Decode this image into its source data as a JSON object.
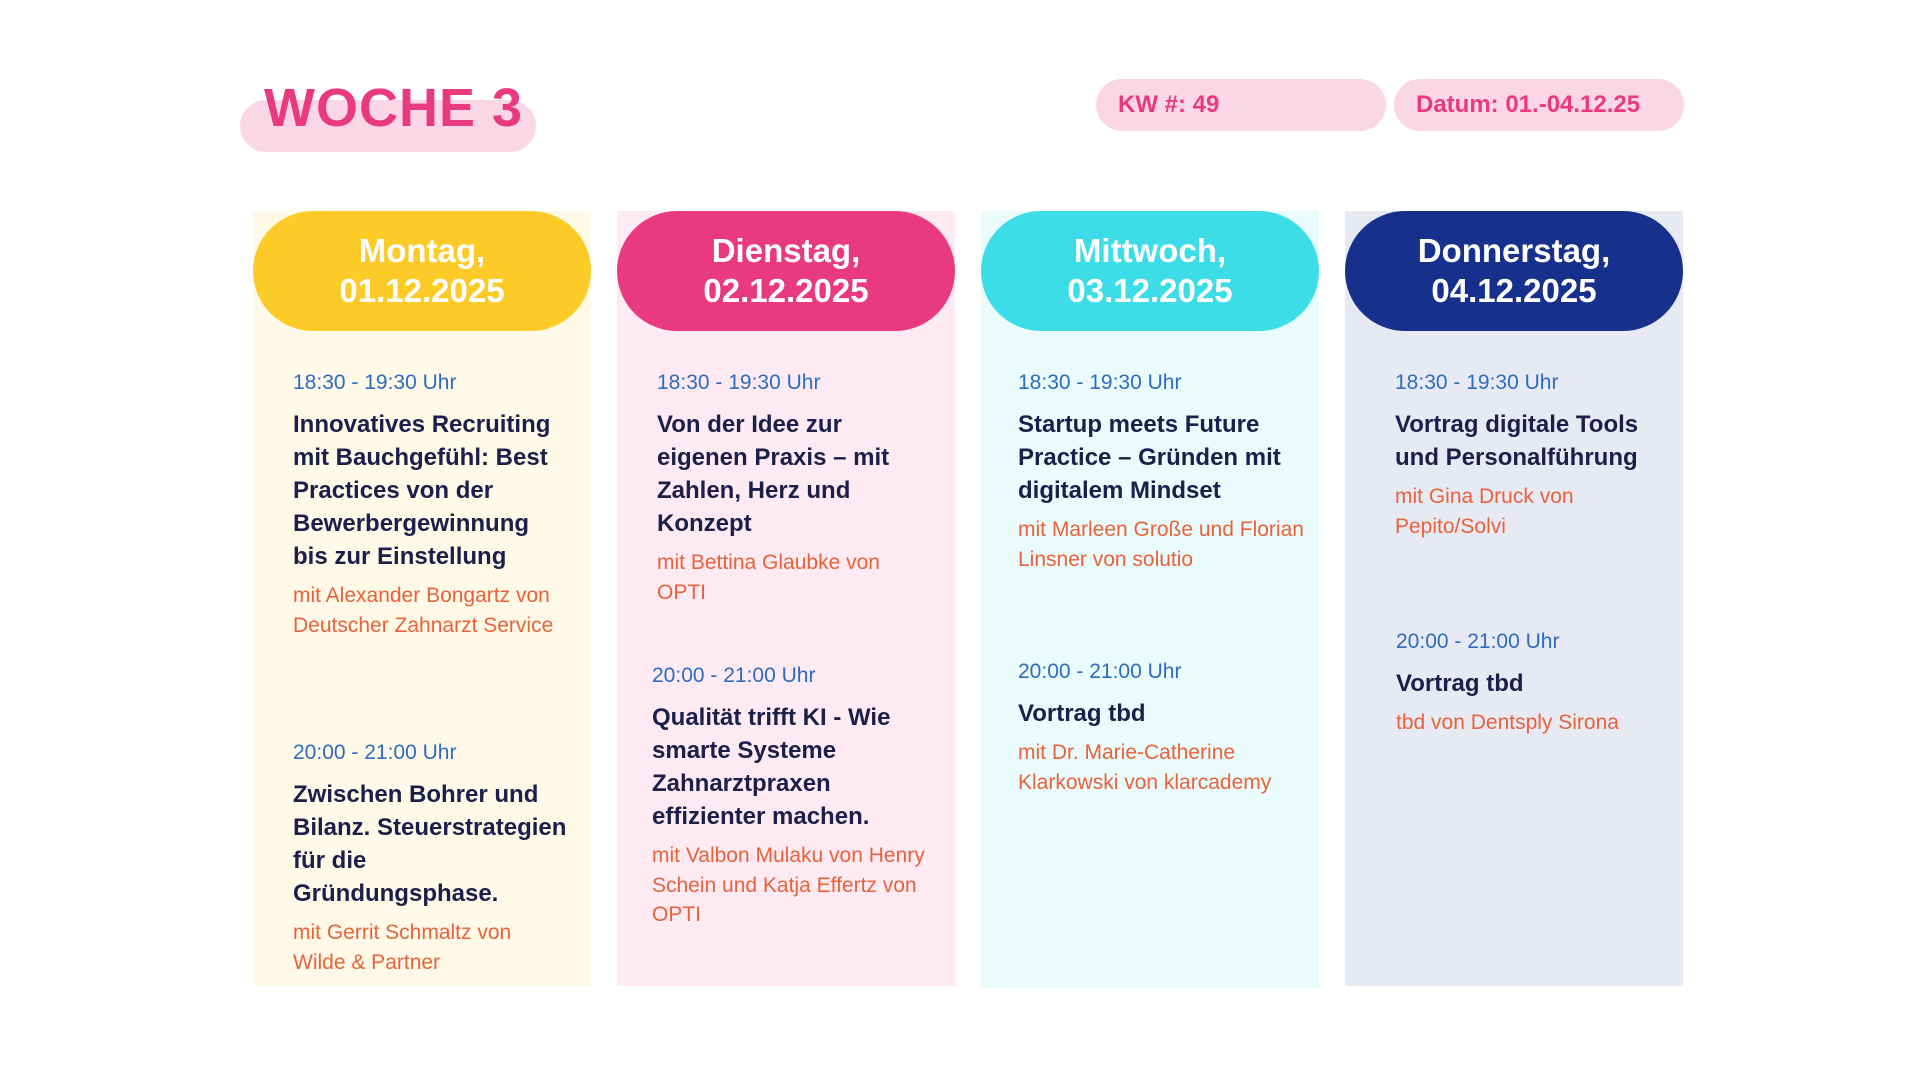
{
  "header": {
    "title": "WOCHE 3",
    "kw": "KW #: 49",
    "datum": "Datum: 01.-04.12.25"
  },
  "colors": {
    "pink_accent": "#ea3a7f",
    "pink_pill": "#fbd7e6",
    "montag": "#fdcb28",
    "dienstag": "#ea3a7f",
    "mittwoch": "#3cdde6",
    "donnerstag": "#17308c",
    "time_text": "#2d6cc0",
    "title_text": "#1b1f4a",
    "speaker_text": "#e8623b"
  },
  "days": [
    {
      "line1": "Montag,",
      "line2": "01.12.2025",
      "events": [
        {
          "time": "18:30 - 19:30 Uhr",
          "title": "Innovatives Recruiting mit Bauchgefühl: Best Practices von der Bewerbergewinnung bis zur Einstellung",
          "speaker": "mit Alexander Bongartz von Deutscher Zahnarzt Service"
        },
        {
          "time": "20:00 - 21:00 Uhr",
          "title": "Zwischen Bohrer und Bilanz. Steuerstrategien für die Gründungsphase.",
          "speaker": "mit Gerrit Schmaltz von Wilde & Partner"
        }
      ]
    },
    {
      "line1": "Dienstag,",
      "line2": "02.12.2025",
      "events": [
        {
          "time": "18:30 - 19:30 Uhr",
          "title": "Von der Idee zur eigenen Praxis – mit Zahlen, Herz und Konzept",
          "speaker": "mit Bettina Glaubke von OPTI"
        },
        {
          "time": "20:00 - 21:00 Uhr",
          "title": "Qualität trifft KI - Wie smarte Systeme Zahnarztpraxen effizienter machen.",
          "speaker": "mit Valbon Mulaku von Henry Schein und Katja Effertz von OPTI"
        }
      ]
    },
    {
      "line1": "Mittwoch,",
      "line2": "03.12.2025",
      "events": [
        {
          "time": "18:30 - 19:30 Uhr",
          "title": "Startup meets Future Practice – Gründen mit digitalem Mindset",
          "speaker": "mit Marleen Große und Florian Linsner von solutio"
        },
        {
          "time": "20:00 - 21:00 Uhr",
          "title": "Vortrag tbd",
          "speaker": "mit Dr. Marie-Catherine Klarkowski von klarcademy"
        }
      ]
    },
    {
      "line1": "Donnerstag,",
      "line2": "04.12.2025",
      "events": [
        {
          "time": "18:30 - 19:30 Uhr",
          "title": "Vortrag digitale Tools und Personalführung",
          "speaker": "mit Gina Druck von Pepito/Solvi"
        },
        {
          "time": "20:00 - 21:00 Uhr",
          "title": "Vortrag tbd",
          "speaker": "tbd von Dentsply Sirona"
        }
      ]
    }
  ]
}
